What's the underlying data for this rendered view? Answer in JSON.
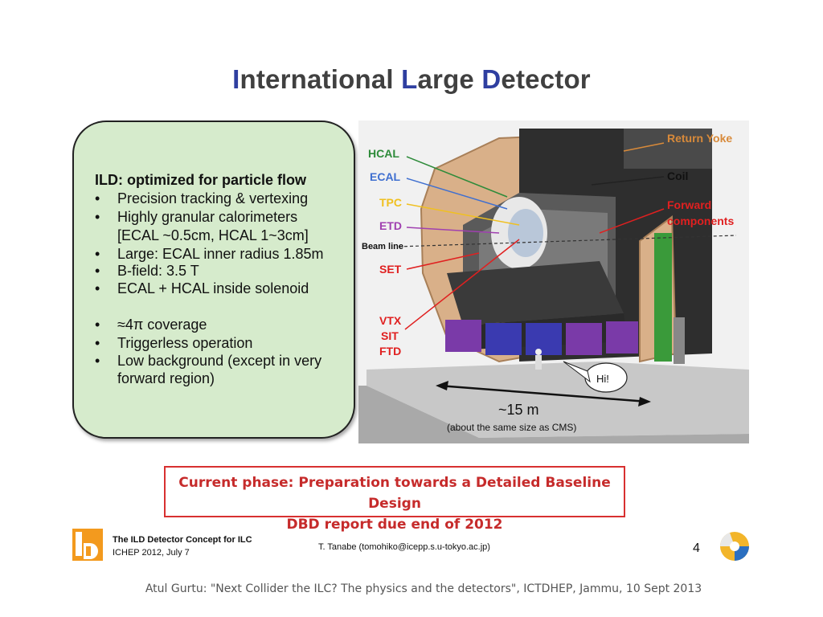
{
  "title": {
    "letter_i": "I",
    "rest_1": "nternational ",
    "letter_l": "L",
    "rest_2": "arge ",
    "letter_d": "D",
    "rest_3": "etector"
  },
  "bullets_box": {
    "heading": "ILD: optimized for particle flow",
    "bullet_char": "•",
    "items": [
      "Precision tracking & vertexing",
      "Highly granular calorimeters",
      "[ECAL ~0.5cm, HCAL 1~3cm]",
      "Large: ECAL inner radius 1.85m",
      "B-field: 3.5 T",
      "ECAL + HCAL inside solenoid",
      "≈4π coverage",
      "Triggerless operation",
      "Low background (except in very",
      "forward region)"
    ]
  },
  "figure": {
    "labels": {
      "hcal": "HCAL",
      "ecal": "ECAL",
      "tpc": "TPC",
      "etd": "ETD",
      "beam_line": "Beam line",
      "set": "SET",
      "vtx": "VTX",
      "sit": "SIT",
      "ftd": "FTD",
      "return_yoke": "Return Yoke",
      "coil": "Coil",
      "forward_1": "Forward",
      "forward_2": "components",
      "hi": "Hi!",
      "size": "~15 m",
      "size_note": "(about the same size as CMS)"
    },
    "colors": {
      "hcal": "#2e8b3a",
      "ecal": "#3f6fd0",
      "tpc": "#f0c020",
      "etd": "#a040b0",
      "set": "#e02020",
      "vtx": "#e02020",
      "return_yoke": "#d88a3a",
      "forward": "#e02020"
    }
  },
  "phase_box": {
    "line1": "Current phase: Preparation towards a Detailed Baseline Design",
    "line2": "DBD report due end of 2012"
  },
  "footer": {
    "name": "The ILD Detector Concept for ILC",
    "conference": "ICHEP 2012, July 7",
    "author": "T. Tanabe (tomohiko@icepp.s.u-tokyo.ac.jp)",
    "page_number": "4"
  },
  "credit": "Atul Gurtu: \"Next Collider the ILC? The physics and the detectors\", ICTDHEP, Jammu, 10 Sept 2013"
}
